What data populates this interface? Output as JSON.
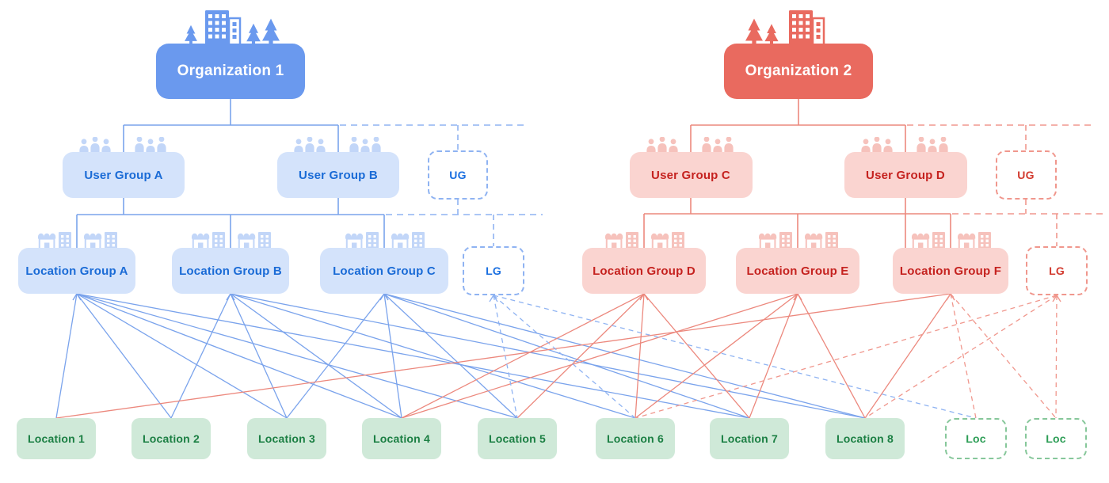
{
  "title": "Organization, user group, location group and location hierarchy diagram",
  "colors": {
    "blue": {
      "box": "#6a99ee",
      "light": "#d4e3fb",
      "text": "#1a6bd6",
      "line": "#7aa3ec",
      "dash": "#8fb3f2",
      "icon": "#c2d6f8",
      "placeholder_text": "#1a6fe0"
    },
    "red": {
      "box": "#e96a5f",
      "light": "#fad4d0",
      "text": "#c5221f",
      "line": "#ec887d",
      "dash": "#f0978d",
      "icon": "#f6c2bc",
      "placeholder_text": "#d23a2e"
    },
    "green": {
      "fill": "#cfe9d8",
      "text": "#1b7f43",
      "dash_border": "#86c79a",
      "placeholder_text": "#2e9e57"
    }
  },
  "nodes": [
    {
      "id": "org1",
      "label": "Organization 1",
      "kind": "org",
      "side": "blue",
      "icon": "org"
    },
    {
      "id": "org2",
      "label": "Organization 2",
      "kind": "org",
      "side": "red",
      "icon": "org"
    },
    {
      "id": "ugA",
      "label": "User Group A",
      "kind": "group",
      "side": "blue",
      "icon": "people"
    },
    {
      "id": "ugB",
      "label": "User Group B",
      "kind": "group",
      "side": "blue",
      "icon": "people"
    },
    {
      "id": "ugPb",
      "label": "UG",
      "kind": "placeholder",
      "side": "blue"
    },
    {
      "id": "ugC",
      "label": "User Group C",
      "kind": "group",
      "side": "red",
      "icon": "people"
    },
    {
      "id": "ugD",
      "label": "User Group D",
      "kind": "group",
      "side": "red",
      "icon": "people"
    },
    {
      "id": "ugPr",
      "label": "UG",
      "kind": "placeholder",
      "side": "red"
    },
    {
      "id": "lgA",
      "label": "Location Group A",
      "kind": "group",
      "side": "blue",
      "icon": "shops"
    },
    {
      "id": "lgB",
      "label": "Location Group B",
      "kind": "group",
      "side": "blue",
      "icon": "shops"
    },
    {
      "id": "lgC",
      "label": "Location Group C",
      "kind": "group",
      "side": "blue",
      "icon": "shops"
    },
    {
      "id": "lgPb",
      "label": "LG",
      "kind": "placeholder",
      "side": "blue"
    },
    {
      "id": "lgD",
      "label": "Location Group D",
      "kind": "group",
      "side": "red",
      "icon": "shops"
    },
    {
      "id": "lgE",
      "label": "Location Group E",
      "kind": "group",
      "side": "red",
      "icon": "shops"
    },
    {
      "id": "lgF",
      "label": "Location Group F",
      "kind": "group",
      "side": "red",
      "icon": "shops"
    },
    {
      "id": "lgPr",
      "label": "LG",
      "kind": "placeholder",
      "side": "red"
    },
    {
      "id": "loc1",
      "label": "Location 1",
      "kind": "location",
      "side": "green"
    },
    {
      "id": "loc2",
      "label": "Location 2",
      "kind": "location",
      "side": "green"
    },
    {
      "id": "loc3",
      "label": "Location 3",
      "kind": "location",
      "side": "green"
    },
    {
      "id": "loc4",
      "label": "Location 4",
      "kind": "location",
      "side": "green"
    },
    {
      "id": "loc5",
      "label": "Location 5",
      "kind": "location",
      "side": "green"
    },
    {
      "id": "loc6",
      "label": "Location 6",
      "kind": "location",
      "side": "green"
    },
    {
      "id": "loc7",
      "label": "Location 7",
      "kind": "location",
      "side": "green"
    },
    {
      "id": "loc8",
      "label": "Location 8",
      "kind": "location",
      "side": "green"
    },
    {
      "id": "locP1",
      "label": "Loc",
      "kind": "placeholder",
      "side": "green"
    },
    {
      "id": "locP2",
      "label": "Loc",
      "kind": "placeholder",
      "side": "green"
    }
  ],
  "tree": {
    "blue": {
      "org": "org1",
      "user_groups": [
        "ugA",
        "ugB"
      ],
      "ug_placeholder": "ugPb",
      "location_groups": [
        "lgA",
        "lgB",
        "lgC"
      ],
      "lg_placeholder": "lgPb",
      "long_stem": null
    },
    "red": {
      "org": "org2",
      "user_groups": [
        "ugC",
        "ugD"
      ],
      "ug_placeholder": "ugPr",
      "location_groups": [
        "lgD",
        "lgE",
        "lgF"
      ],
      "lg_placeholder": "lgPr",
      "long_stem": "ugD"
    }
  },
  "assignments": {
    "solid": {
      "lgA": [
        "loc1",
        "loc2",
        "loc3",
        "loc4",
        "loc5",
        "loc7"
      ],
      "lgB": [
        "loc2",
        "loc3",
        "loc4",
        "loc6",
        "loc8"
      ],
      "lgC": [
        "loc3",
        "loc4",
        "loc5",
        "loc7",
        "loc8"
      ],
      "lgD": [
        "loc4",
        "loc5",
        "loc6",
        "loc7"
      ],
      "lgE": [
        "loc4",
        "loc6",
        "loc7",
        "loc8"
      ],
      "lgF": [
        "loc1",
        "loc8"
      ]
    },
    "dashed": {
      "lgPb": [
        "loc5",
        "loc6",
        "locP1"
      ],
      "lgF": [
        "locP1",
        "locP2"
      ],
      "lgPr": [
        "loc6",
        "loc8",
        "locP2"
      ]
    }
  }
}
